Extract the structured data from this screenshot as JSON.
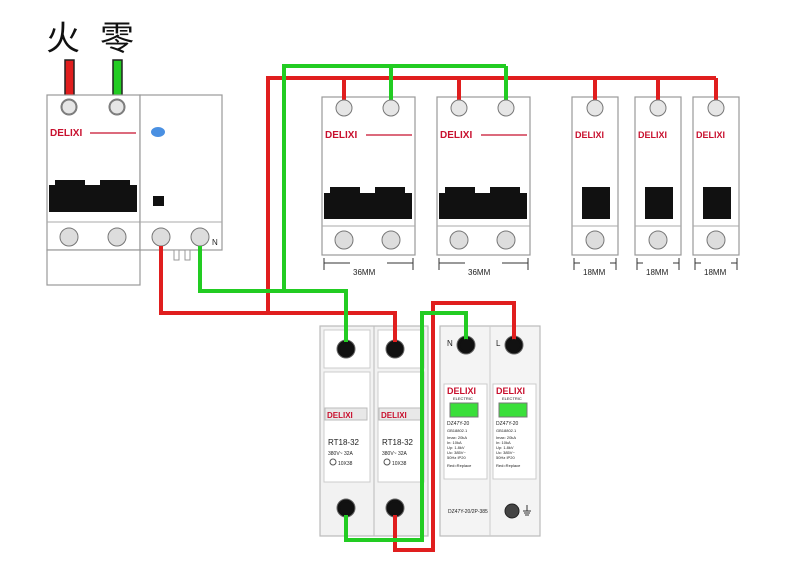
{
  "labels": {
    "live": "火",
    "neutral": "零",
    "neutral_terminal": "N",
    "spd_n": "N",
    "spd_l": "L"
  },
  "brand": "DELIXI",
  "breakers": [
    {
      "width_label": "36MM"
    },
    {
      "width_label": "36MM"
    },
    {
      "width_label": "18MM"
    },
    {
      "width_label": "18MM"
    },
    {
      "width_label": "18MM"
    }
  ],
  "fuse": {
    "brand": "DELIXI",
    "model": "RT18-32",
    "rating": "380V~ 32A",
    "size": "10X38"
  },
  "spd": {
    "brand": "DELIXI",
    "sub": "ELECTRIC",
    "model": "DZ47Y-20",
    "std": "GB18802.1",
    "spec_lines": [
      "Imax: 20kA",
      "In: 10kA",
      "Up: 1.8kV",
      "Uc: 385V~",
      "50Hz IP20"
    ],
    "replace": "Red=Replace",
    "bottom_model": "DZ47Y-20/2P-385"
  },
  "colors": {
    "live": "#e01e1e",
    "neutral": "#22cc22",
    "brand_red": "#c8102e",
    "lever": "#111111"
  }
}
